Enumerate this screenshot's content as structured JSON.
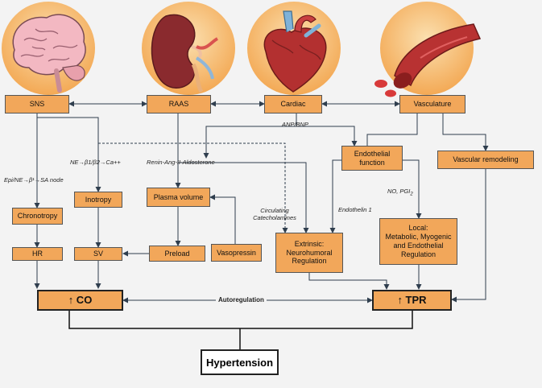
{
  "nodes": {
    "sns": "SNS",
    "raas": "RAAS",
    "cardiac": "Cardiac",
    "vasculature": "Vasculature",
    "endothelial": "Endothelial\nfunction",
    "vascular_remodeling": "Vascular remodeling",
    "inotropy": "Inotropy",
    "plasma_volume": "Plasma volume",
    "chronotropy": "Chronotropy",
    "hr": "HR",
    "sv": "SV",
    "preload": "Preload",
    "vasopressin": "Vasopressin",
    "extrinsic": "Extrinsic:\nNeurohumoral\nRegulation",
    "local": "Local:\nMetabolic, Myogenic\nand Endothelial\nRegulation",
    "co": "↑ CO",
    "tpr": "↑ TPR",
    "hypertension": "Hypertension"
  },
  "labels": {
    "anp_bnp": "ANP/BNP",
    "epi": "Epi/NE→β¹→SA node",
    "ne_beta": "NE→β1/β2→Ca++",
    "renin": "Renin-Ang-II-Aldosterone",
    "no_pgi_main": "NO, PGI",
    "no_pgi_sub": "2",
    "endothelin": "Endothelin 1",
    "circulating": "Circulating\nCatecholamines",
    "autoregulation": "Autoregulation"
  },
  "icons": [
    "brain-icon",
    "kidney-icon",
    "heart-icon",
    "blood-vessel-icon"
  ],
  "colors": {
    "box_fill": "#f2a75a",
    "circle_fill": "#f8c27a",
    "line": "#2f3e4e",
    "background": "#f3f3f3"
  }
}
